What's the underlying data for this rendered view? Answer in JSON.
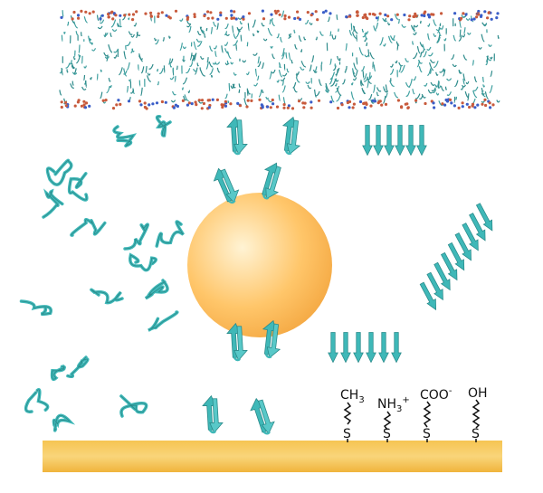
{
  "colors": {
    "background": "#ffffff",
    "protein": "#3fb8b8",
    "protein_dark": "#2a8a8a",
    "lipid_tail": "#3fa0a0",
    "lipid_head_red": "#c85a3c",
    "lipid_head_blue": "#3a5ec8",
    "gold_light": "#fff2cf",
    "gold_mid": "#ffc86a",
    "gold_dark": "#f2a33a",
    "surface": "#f4bd45",
    "chain": "#111111"
  },
  "icons": {
    "membrane": "lipid-bilayer-icon",
    "nanoparticle": "gold-nanoparticle-icon",
    "surface": "gold-surface-icon",
    "coil": "random-coil-peptide-icon",
    "hairpin": "beta-hairpin-icon",
    "fibril": "amyloid-fibril-icon"
  },
  "sam_labels": [
    {
      "text": "CH",
      "sub": "3",
      "sup": ""
    },
    {
      "text": "NH",
      "sub": "3",
      "sup": "+"
    },
    {
      "text": "COO",
      "sub": "",
      "sup": "-"
    },
    {
      "text": "OH",
      "sub": "",
      "sup": ""
    }
  ],
  "sulfur_label": "S"
}
